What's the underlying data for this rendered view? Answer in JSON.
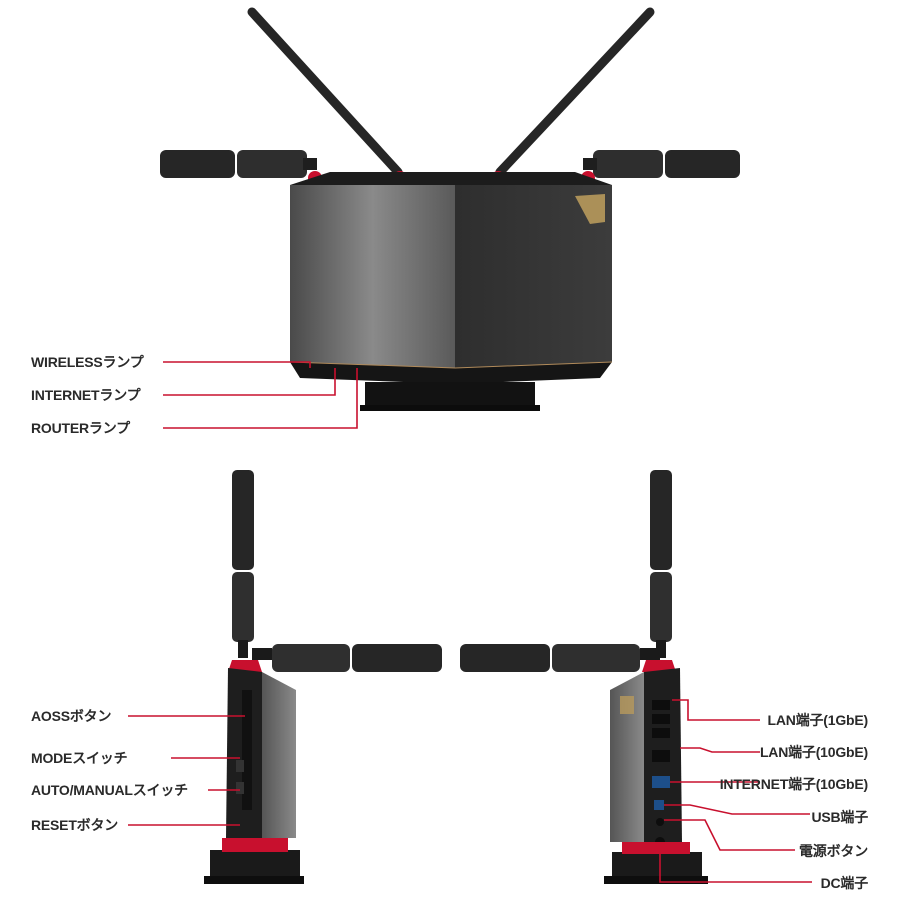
{
  "colors": {
    "accent_red": "#c8102e",
    "body_dark": "#2b2b2b",
    "body_gray": "#6e6e6e",
    "panel_light": "#8a8a8a",
    "label_text": "#2a2a2a"
  },
  "top_view": {
    "labels": {
      "wireless": "WIRELESSランプ",
      "internet": "INTERNETランプ",
      "router": "ROUTERランプ"
    }
  },
  "left_side_view": {
    "labels": {
      "aoss": "AOSSボタン",
      "mode": "MODEスイッチ",
      "auto_manual": "AUTO/MANUALスイッチ",
      "reset": "RESETボタン"
    }
  },
  "right_side_view": {
    "labels": {
      "lan_1g": "LAN端子(1GbE)",
      "lan_10g": "LAN端子(10GbE)",
      "internet_10g": "INTERNET端子(10GbE)",
      "usb": "USB端子",
      "power": "電源ボタン",
      "dc": "DC端子"
    }
  }
}
